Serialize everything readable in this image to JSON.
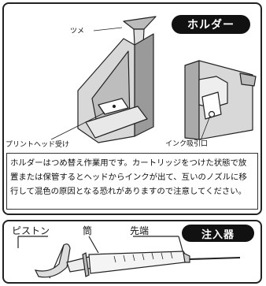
{
  "holder": {
    "title": "ホルダー",
    "labels": {
      "claw": "ツメ",
      "printhead_receiver": "プリントヘッド受け",
      "ink_inlet": "インク吸引口"
    },
    "note": "ホルダーはつめ替え作業用です。カートリッジをつけた状態で放置または保管するとヘッドからインクが出て、互いのノズルに移行して混色の原因となる恐れがありますので注意してください。"
  },
  "syringe": {
    "title": "注入器",
    "labels": {
      "piston": "ピストン",
      "barrel": "筒",
      "tip": "先端"
    }
  }
}
